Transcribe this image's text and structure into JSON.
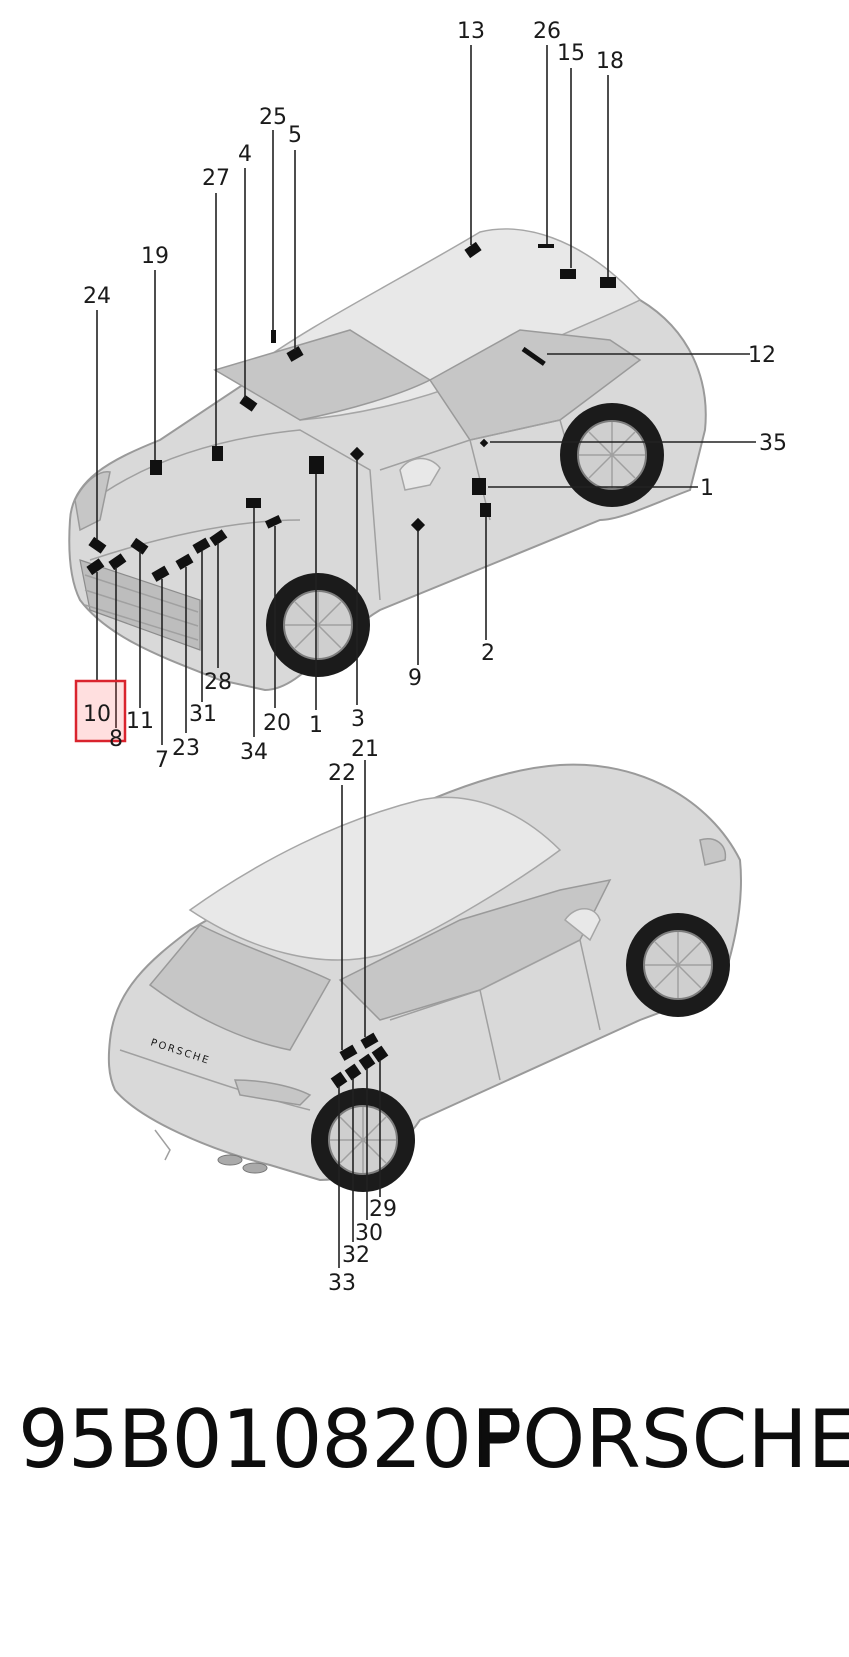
{
  "footer": {
    "part_number": "95B010820F",
    "brand": "PORSCHE"
  },
  "highlight": {
    "label": "10",
    "callout": "8"
  },
  "callouts_top": [
    "13",
    "26",
    "15",
    "18",
    "25",
    "5",
    "4",
    "27",
    "19",
    "24",
    "12",
    "35",
    "1",
    "2",
    "9",
    "28",
    "31",
    "20",
    "3",
    "1",
    "11",
    "23",
    "34",
    "7",
    "8",
    "10"
  ],
  "callouts_bottom": [
    "21",
    "22",
    "29",
    "30",
    "32",
    "33"
  ],
  "colors": {
    "highlight_border": "#d9232d",
    "highlight_fill": "#ffd6d8",
    "label_marker": "#111111",
    "car_body": "#d9d9d9"
  }
}
